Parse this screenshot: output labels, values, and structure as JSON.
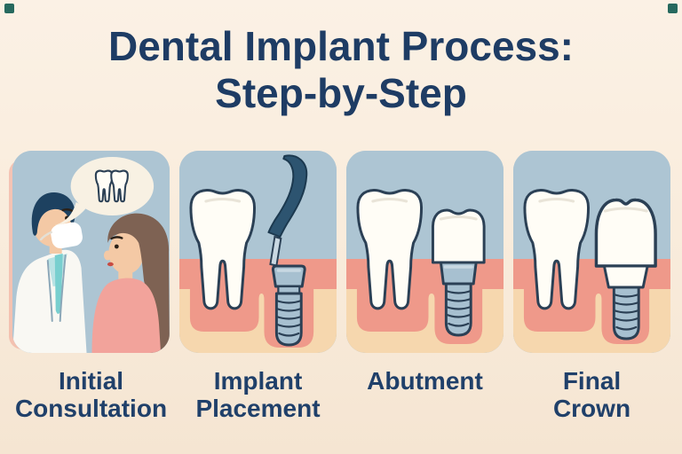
{
  "title": {
    "line1": "Dental Implant Process:",
    "line2": "Step-by-Step"
  },
  "steps": [
    {
      "name": "initial-consultation",
      "label_lines": [
        "Initial",
        "Consultation"
      ],
      "illustration": "dentist-and-patient-consultation-with-tooth-speech-bubble"
    },
    {
      "name": "implant-placement",
      "label_lines": [
        "Implant",
        "Placement"
      ],
      "illustration": "implant-screw-inserted-into-gum-with-dental-tool-next-to-natural-tooth"
    },
    {
      "name": "abutment",
      "label_lines": [
        "Abutment"
      ],
      "illustration": "abutment-cap-on-implant-next-to-natural-tooth"
    },
    {
      "name": "final-crown",
      "label_lines": [
        "Final",
        "Crown"
      ],
      "illustration": "finished-crown-on-implant-next-to-natural-tooth"
    }
  ],
  "colors": {
    "background": "#f9ecdc",
    "heading_text": "#1e3c64",
    "caption_text": "#20406a",
    "panel_sky": "#adc5d3",
    "gum": "#ef998a",
    "jaw": "#f6d7ae",
    "tooth_fill": "#fffdf6",
    "tooth_outline": "#2b4055",
    "implant_metal": "#a7c0d0",
    "tool_handle": "#2d5470",
    "speech_bubble": "#f8f1e3",
    "skin": "#f4c9a5",
    "dentist_hair": "#1d4160",
    "patient_hair": "#7e6253",
    "coat": "#f9f8f3",
    "shirt": "#b8e2e4",
    "tie": "#78cfcf",
    "patient_top": "#f2a39b",
    "corner_mark": "#26695e"
  }
}
